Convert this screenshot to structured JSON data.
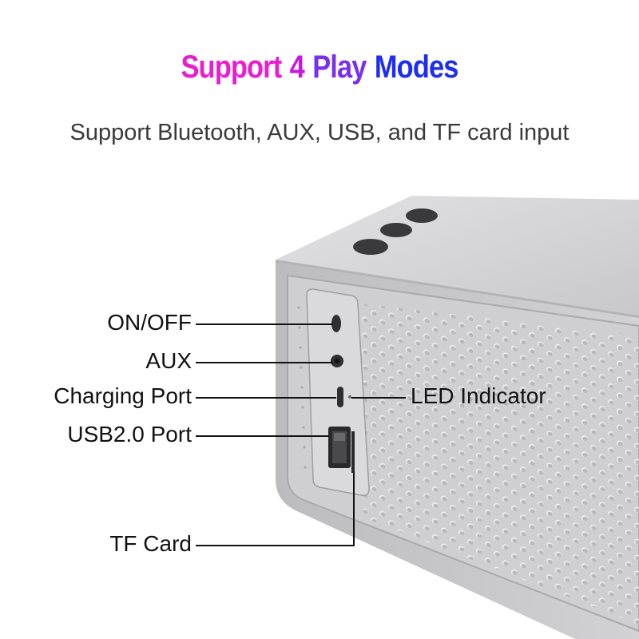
{
  "header": {
    "title_words": [
      "Support",
      "4",
      "Play",
      "Modes"
    ],
    "title_colors": [
      "#e81ecf",
      "#c718e0",
      "#7a2fee",
      "#1e2ef0"
    ],
    "subtitle": "Support Bluetooth, AUX, USB, and TF card input"
  },
  "callouts": {
    "on_off": "ON/OFF",
    "aux": "AUX",
    "charging_port": "Charging Port",
    "usb_port": "USB2.0 Port",
    "led_indicator": "LED Indicator",
    "tf_card": "TF Card"
  },
  "product": {
    "body_color": "#c9c9cb",
    "grille_color": "#d4d4d6",
    "button_color": "#3a3a3c"
  }
}
